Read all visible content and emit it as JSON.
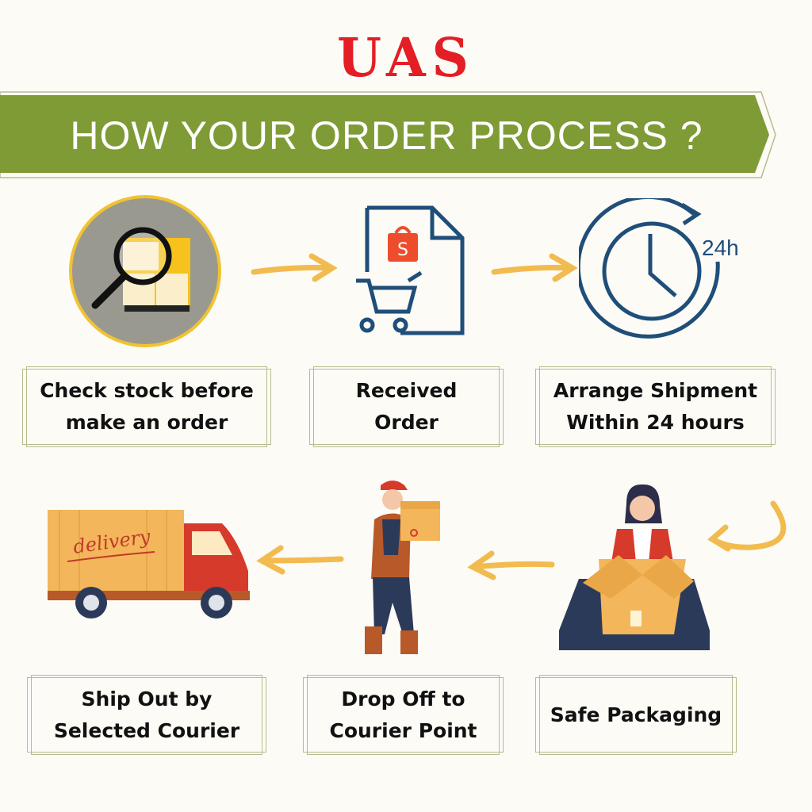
{
  "logo": "UAS",
  "banner": {
    "title": "HOW YOUR ORDER PROCESS ?",
    "color": "#7f9b35"
  },
  "steps": [
    {
      "label": "Check stock before\nmake an order",
      "icon": "magnifier-stock-icon"
    },
    {
      "label": "Received\nOrder",
      "icon": "shop-order-cart-icon"
    },
    {
      "label": "Arrange Shipment\nWithin 24 hours",
      "icon": "clock-24h-icon",
      "icon_text": "24h"
    },
    {
      "label": "Safe Packaging",
      "icon": "packaging-woman-icon"
    },
    {
      "label": "Drop Off to\nCourier Point",
      "icon": "courier-man-icon"
    },
    {
      "label": "Ship Out by\nSelected  Courier",
      "icon": "delivery-truck-icon",
      "icon_text": "delivery"
    }
  ],
  "colors": {
    "arrow": "#f2bb4f",
    "navy": "#1f4e79",
    "red": "#e31e24"
  }
}
